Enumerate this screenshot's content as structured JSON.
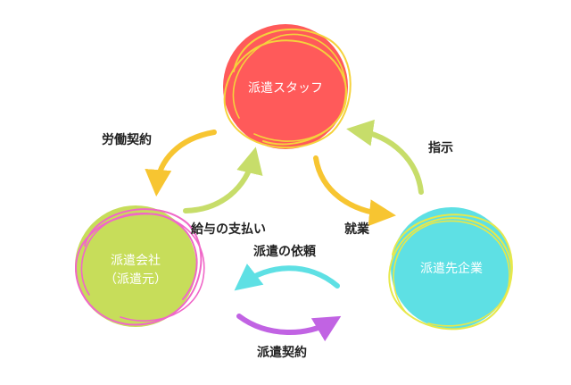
{
  "nodes": {
    "staff": {
      "label": "派遣スタッフ",
      "fill": "#ff5a5a",
      "ring": "#f5d23c"
    },
    "agency": {
      "label_line1": "派遣会社",
      "label_line2": "（派遣元）",
      "fill": "#c7dd5a",
      "ring": "#f067c8"
    },
    "client": {
      "label": "派遣先企業",
      "fill": "#5ee0e4",
      "ring": "#e7e84a"
    }
  },
  "edges": {
    "labor_contract": "労働契約",
    "salary_payment": "給与の支払い",
    "instruction": "指示",
    "employment": "就業",
    "dispatch_request": "派遣の依頼",
    "dispatch_contract": "派遣契約"
  },
  "colors": {
    "yellow_arrow": "#f7c531",
    "green_arrow": "#c7dd6a",
    "cyan_arrow": "#5ee0e4",
    "purple_arrow": "#c163e3"
  }
}
